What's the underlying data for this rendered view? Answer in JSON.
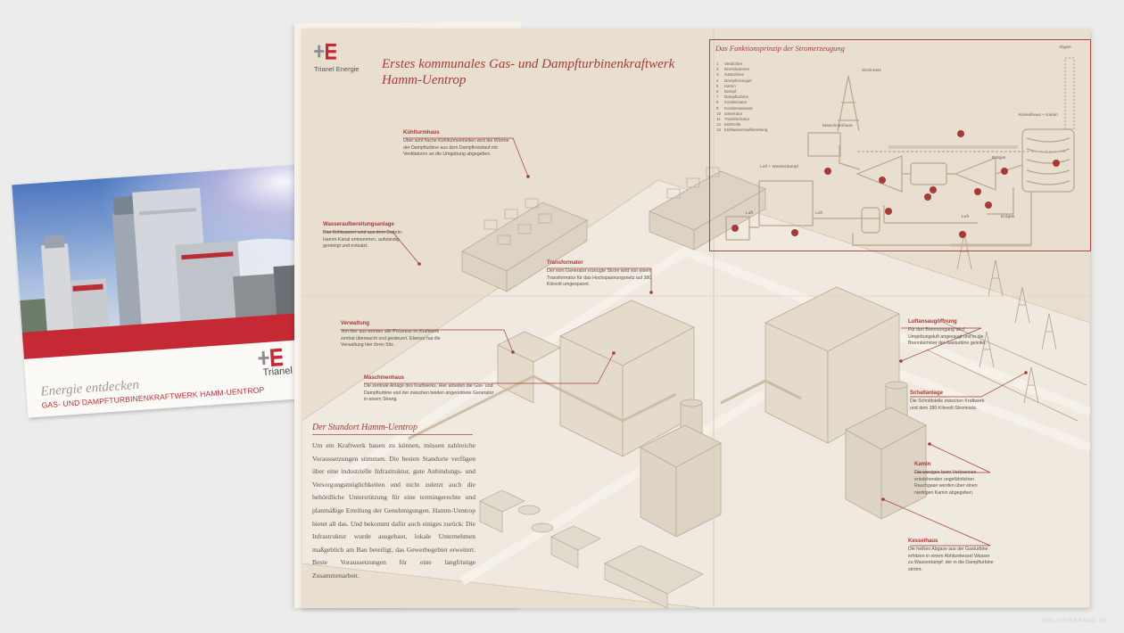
{
  "cover": {
    "title_script": "Energie entdecken",
    "subtitle": "GAS- UND DAMPFTURBINENKRAFTWERK HAMM-UENTROP",
    "logo_name": "Trianel Energie",
    "accent_color": "#c52a34"
  },
  "sheet": {
    "logo_name": "Trianel Energie",
    "title_line1": "Erstes kommunales Gas- und Dampfturbinenkraftwerk",
    "title_line2": "Hamm-Uentrop",
    "callouts": [
      {
        "title": "Kühlturmhaus",
        "body": "Über acht flache Kühlturmeinheiten wird die Wärme der Dampfturbine aus dem Dampfkreislauf mit Ventilatoren an die Umgebung abgegeben."
      },
      {
        "title": "Wasseraufbereitungsanlage",
        "body": "Das Kühlwasser wird aus dem Datteln-Hamm-Kanal entnommen, aufwändig gereinigt und entsalzt."
      },
      {
        "title": "Transformator",
        "body": "Der vom Generator erzeugte Strom wird von einem Transformator für das Hochspannungsnetz auf 380 Kilovolt umgespannt."
      },
      {
        "title": "Verwaltung",
        "body": "Von hier aus werden alle Prozesse im Kraftwerk zentral überwacht und gesteuert. Ebenso hat die Verwaltung hier ihren Sitz."
      },
      {
        "title": "Maschinenhaus",
        "body": "Die zentrale Anlage des Kraftwerks. Hier arbeiten die Gas- und Dampfturbine und der zwischen beiden angeordnete Generator in einem Strang."
      },
      {
        "title": "Luftansaugöffnung",
        "body": "Für den Brennvorgang wird Umgebungsluft angesaugt und in die Brennkammer der Gasturbine geleitet."
      },
      {
        "title": "Schaltanlage",
        "body": "Die Schnittstelle zwischen Kraftwerk und dem 380-Kilovolt-Stromnetz."
      },
      {
        "title": "Kamin",
        "body": "Die wenigen beim Verbrennen entstehenden ungefährlichen Rauchgase werden über einen niedrigen Kamin abgegeben."
      },
      {
        "title": "Kesselhaus",
        "body": "Die heißen Abgase aus der Gasturbine erhitzen in einem Abhitzekessel Wasser zu Wasserdampf, der in die Dampfturbine strömt."
      }
    ],
    "standort_title": "Der Standort Hamm-Uentrop",
    "standort_body": "Um ein Kraftwerk bauen zu können, müssen zahlreiche Voraussetzungen stimmen. Die besten Standorte verfügen über eine industrielle Infrastruktur, gute Anbindungs- und Versorgungsmöglichkeiten und nicht zuletzt auch die behördliche Unterstützung für eine termingerechte und planmäßige Erteilung der Genehmigungen. Hamm-Uentrop bietet all das. Und bekommt dafür auch einiges zurück: Die Infrastruktur wurde ausgebaut, lokale Unternehmen maßgeblich am Bau beteiligt, das Gewerbegebiet erweitert. Beste Voraussetzungen für eine langfristige Zusammenarbeit.",
    "diagram": {
      "title": "Das Funktionsprinzip der Stromerzeugung",
      "legend": [
        {
          "n": "1",
          "label": "Verdichter"
        },
        {
          "n": "2",
          "label": "Brennkammer"
        },
        {
          "n": "3",
          "label": "Gasturbine"
        },
        {
          "n": "4",
          "label": "Dampferzeuger"
        },
        {
          "n": "5",
          "label": "Kamin"
        },
        {
          "n": "6",
          "label": "Dampf"
        },
        {
          "n": "7",
          "label": "Dampfturbine"
        },
        {
          "n": "8",
          "label": "Kondensator"
        },
        {
          "n": "9",
          "label": "Kondenswasser"
        },
        {
          "n": "10",
          "label": "Generator"
        },
        {
          "n": "11",
          "label": "Transformator"
        },
        {
          "n": "12",
          "label": "Kühlzelle"
        },
        {
          "n": "13",
          "label": "Kühlwasseraufbereitung"
        }
      ],
      "labels": {
        "abgas": "Abgas",
        "stromnetz": "Stromnetz",
        "maschinenhaus": "Maschinenhaus",
        "kesselhaus": "Kesselhaus + Kamin",
        "erdgas1": "Erdgas",
        "erdgas2": "Erdgas",
        "luft_wasserdampf": "Luft + Wasserdampf",
        "luft1": "Luft",
        "luft2": "Luft",
        "luft3": "Luft"
      },
      "accent_color": "#b0433a"
    }
  },
  "watermark": "HOLISTICBRAND.DE"
}
